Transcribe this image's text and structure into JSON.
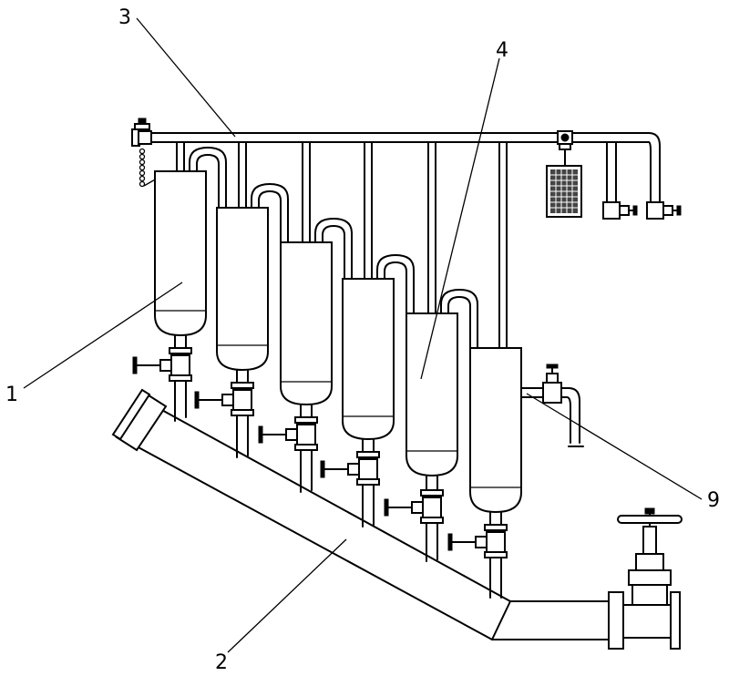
{
  "callouts": [
    {
      "id": "1",
      "label": "1"
    },
    {
      "id": "2",
      "label": "2"
    },
    {
      "id": "3",
      "label": "3"
    },
    {
      "id": "4",
      "label": "4"
    },
    {
      "id": "9",
      "label": "9"
    }
  ],
  "colors": {
    "stroke": "#000000",
    "background": "#ffffff"
  }
}
